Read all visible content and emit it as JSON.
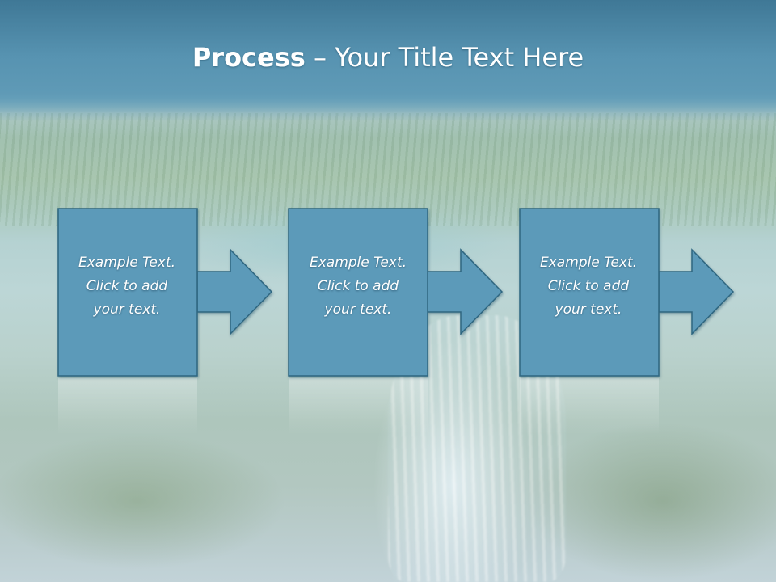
{
  "title": {
    "bold": "Process",
    "rest": " – Your Title Text Here"
  },
  "colors": {
    "box_fill": "#5b9ab9",
    "box_stroke": "#2f6680",
    "header": "#4f8cab"
  },
  "steps": [
    {
      "line1": "Example Text.",
      "line2": "Click  to add",
      "line3": "your text."
    },
    {
      "line1": "Example Text.",
      "line2": "Click  to add",
      "line3": "your text."
    },
    {
      "line1": "Example Text.",
      "line2": "Click  to add",
      "line3": "your text."
    }
  ],
  "icons": [
    "arrow-right-icon",
    "arrow-right-icon",
    "arrow-right-icon"
  ]
}
